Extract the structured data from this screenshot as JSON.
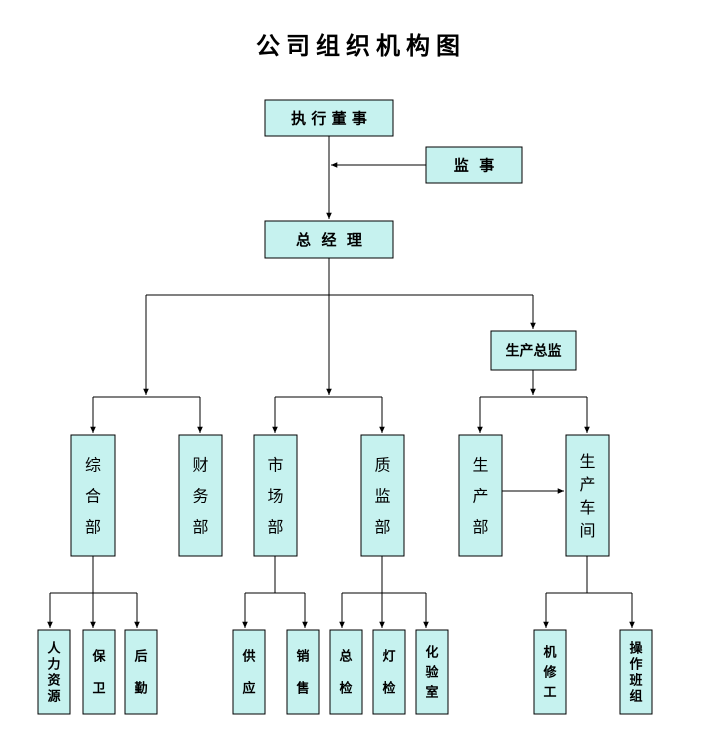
{
  "title": "公司组织机构图",
  "nodes": {
    "board": "执 行 董 事",
    "supervisor": "监  事",
    "gm": "总  经  理",
    "prod_director": "生产总监",
    "dept_general": [
      "综",
      "合",
      "部"
    ],
    "dept_finance": [
      "财",
      "务",
      "部"
    ],
    "dept_market": [
      "市",
      "场",
      "部"
    ],
    "dept_quality": [
      "质",
      "监",
      "部"
    ],
    "dept_production": [
      "生",
      "产",
      "部"
    ],
    "workshop": [
      "生",
      "产",
      "车",
      "间"
    ],
    "hr": [
      "人",
      "力",
      "资",
      "源"
    ],
    "security": [
      "保",
      "卫"
    ],
    "logistics": [
      "后",
      "勤"
    ],
    "supply": [
      "供",
      "应"
    ],
    "sales": [
      "销",
      "售"
    ],
    "inspection": [
      "总",
      "检"
    ],
    "lamp_test": [
      "灯",
      "检"
    ],
    "lab": [
      "化",
      "验",
      "室"
    ],
    "maintenance": [
      "机",
      "修",
      "工"
    ],
    "operators": [
      "操",
      "作",
      "班",
      "组"
    ]
  }
}
